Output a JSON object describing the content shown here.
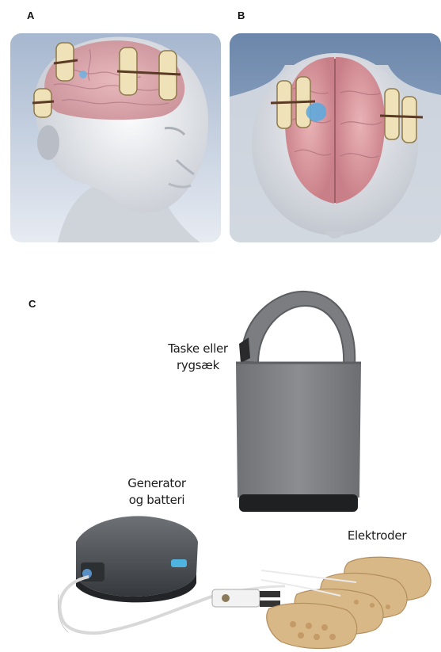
{
  "panels": {
    "a": {
      "letter": "A"
    },
    "b": {
      "letter": "B"
    },
    "c": {
      "letter": "C"
    }
  },
  "labels": {
    "bag": {
      "line1": "Taske eller",
      "line2": "rygsæk"
    },
    "generator": {
      "line1": "Generator",
      "line2": "og batteri"
    },
    "electrodes": {
      "line1": "Elektroder"
    }
  }
}
